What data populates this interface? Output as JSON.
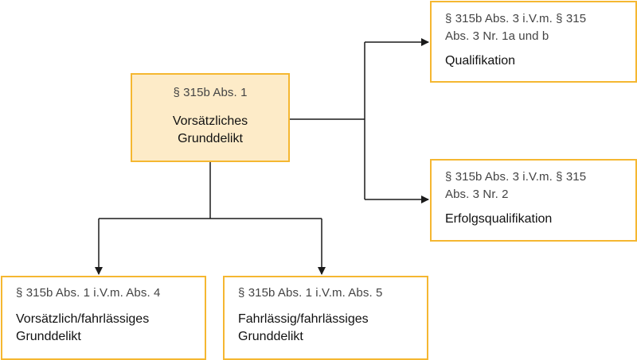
{
  "diagram": {
    "main": {
      "ref": "§ 315b Abs. 1",
      "name": [
        "Vorsätzliches",
        "Grunddelikt"
      ]
    },
    "qualifikation": {
      "ref": [
        "§ 315b Abs. 3 i.V.m. § 315",
        "Abs. 3 Nr. 1a und b"
      ],
      "name": "Qualifikation"
    },
    "erfolgsqualifikation": {
      "ref": [
        "§ 315b Abs. 3 i.V.m. § 315",
        "Abs. 3 Nr. 2"
      ],
      "name": "Erfolgsqualifikation"
    },
    "vorsaetzlich_fahrlaessig": {
      "ref": "§ 315b Abs. 1 i.V.m. Abs. 4",
      "name": [
        "Vorsätzlich/fahrlässiges",
        "Grunddelikt"
      ]
    },
    "fahrlaessig_fahrlaessig": {
      "ref": "§ 315b Abs. 1 i.V.m. Abs. 5",
      "name": [
        "Fahrlässig/fahrlässiges",
        "Grunddelikt"
      ]
    },
    "colors": {
      "border": "#f5b731",
      "main_fill": "#fdebc8",
      "connector": "#1a1a1a"
    }
  }
}
